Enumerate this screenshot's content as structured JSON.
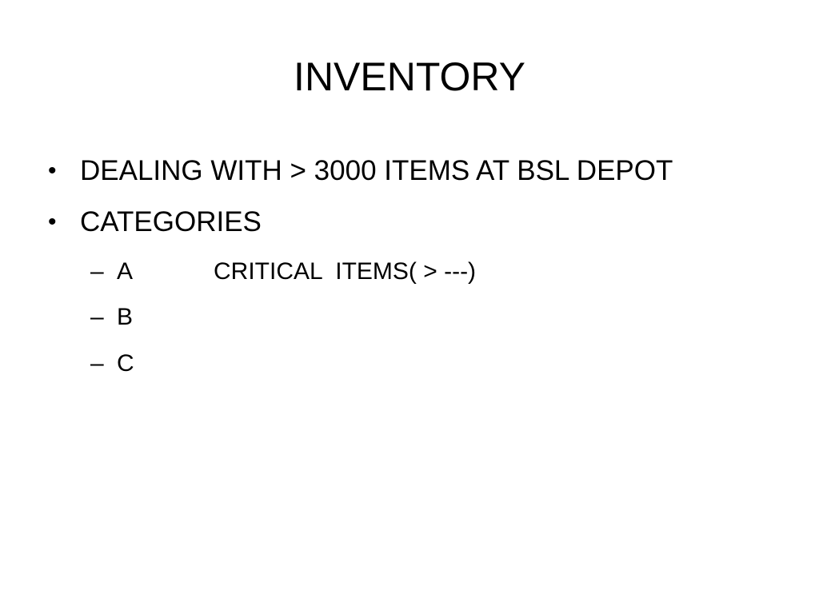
{
  "slide": {
    "title": "INVENTORY",
    "bullets": [
      {
        "marker": "•",
        "text": "DEALING WITH > 3000 ITEMS AT BSL DEPOT"
      },
      {
        "marker": "•",
        "text": "CATEGORIES"
      }
    ],
    "sub_items": [
      {
        "marker": "–",
        "label": "A",
        "description": "CRITICAL  ITEMS( > ---)"
      },
      {
        "marker": "–",
        "label": "B",
        "description": ""
      },
      {
        "marker": "–",
        "label": "C",
        "description": ""
      }
    ]
  }
}
